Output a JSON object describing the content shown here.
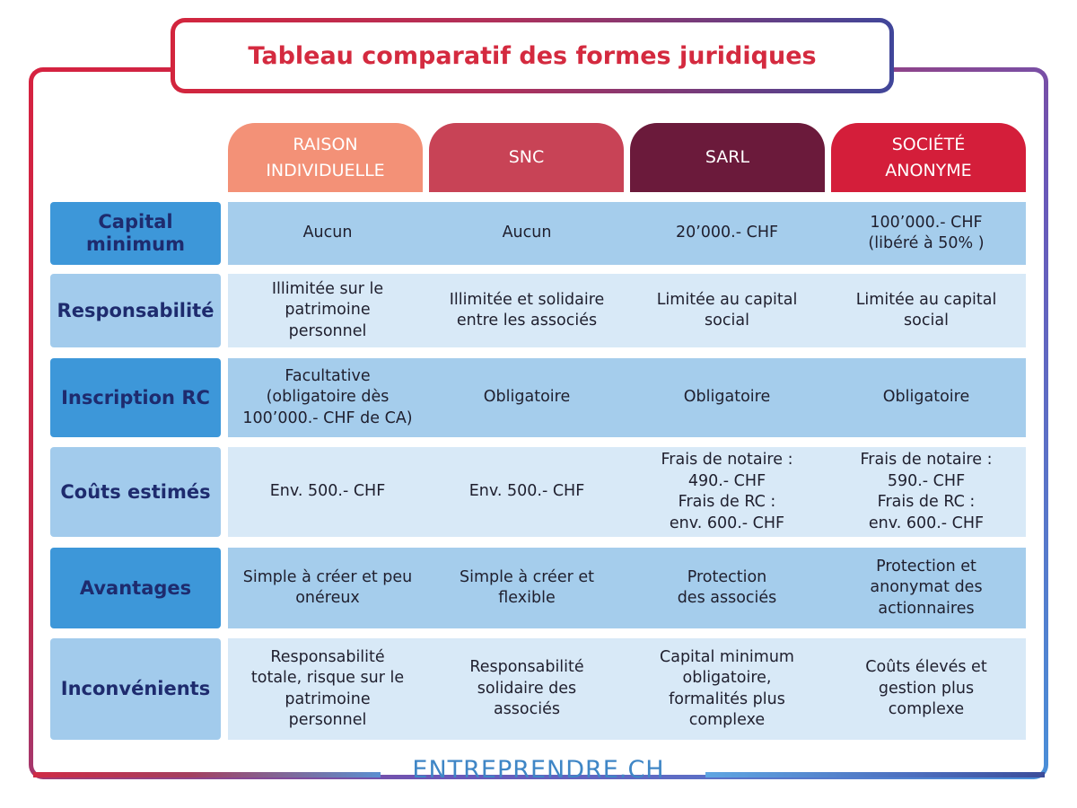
{
  "title": "Tableau comparatif des formes juridiques",
  "columns": [
    {
      "label": "RAISON\nINDIVIDUELLE",
      "color": "#f39177"
    },
    {
      "label": "SNC",
      "color": "#c84356"
    },
    {
      "label": "SARL",
      "color": "#6b1a3b"
    },
    {
      "label": "SOCIÉTÉ\nANONYME",
      "color": "#d41e3a"
    }
  ],
  "rows": [
    {
      "label": "Capital\nminimum",
      "cells": [
        "Aucun",
        "Aucun",
        "20’000.- CHF",
        "100’000.- CHF\n(libéré à 50% )"
      ]
    },
    {
      "label": "Responsabilité",
      "cells": [
        "Illimitée sur le\npatrimoine\npersonnel",
        "Illimitée et solidaire\nentre les associés",
        "Limitée au capital\nsocial",
        "Limitée au capital\nsocial"
      ]
    },
    {
      "label": "Inscription RC",
      "cells": [
        "Facultative\n(obligatoire dès\n100’000.- CHF de CA)",
        "Obligatoire",
        "Obligatoire",
        "Obligatoire"
      ]
    },
    {
      "label": "Coûts estimés",
      "cells": [
        "Env. 500.- CHF",
        "Env. 500.- CHF",
        "Frais de notaire :\n490.- CHF\nFrais de RC :\nenv. 600.- CHF",
        "Frais de notaire :\n590.- CHF\nFrais de RC :\nenv. 600.- CHF"
      ]
    },
    {
      "label": "Avantages",
      "cells": [
        "Simple à créer et peu\nonéreux",
        "Simple à créer et\nflexible",
        "Protection\ndes associés",
        "Protection et\nanonymat des\nactionnaires"
      ]
    },
    {
      "label": "Inconvénients",
      "cells": [
        "Responsabilité\ntotale, risque sur le\npatrimoine\npersonnel",
        "Responsabilité\nsolidaire des\nassociés",
        "Capital minimum\nobligatoire,\nformalités plus\ncomplexe",
        "Coûts élevés et\ngestion plus\ncomplexe"
      ]
    }
  ],
  "footer": "ENTREPRENDRE.CH",
  "colors": {
    "title_text": "#d42a3f",
    "row_label_text": "#1e2b6e",
    "label_dark": "#3d97d9",
    "label_light": "#a2cbec",
    "band_dark": "#a5cdec",
    "band_light": "#d8e9f7",
    "footer_text": "#3f86c6"
  }
}
